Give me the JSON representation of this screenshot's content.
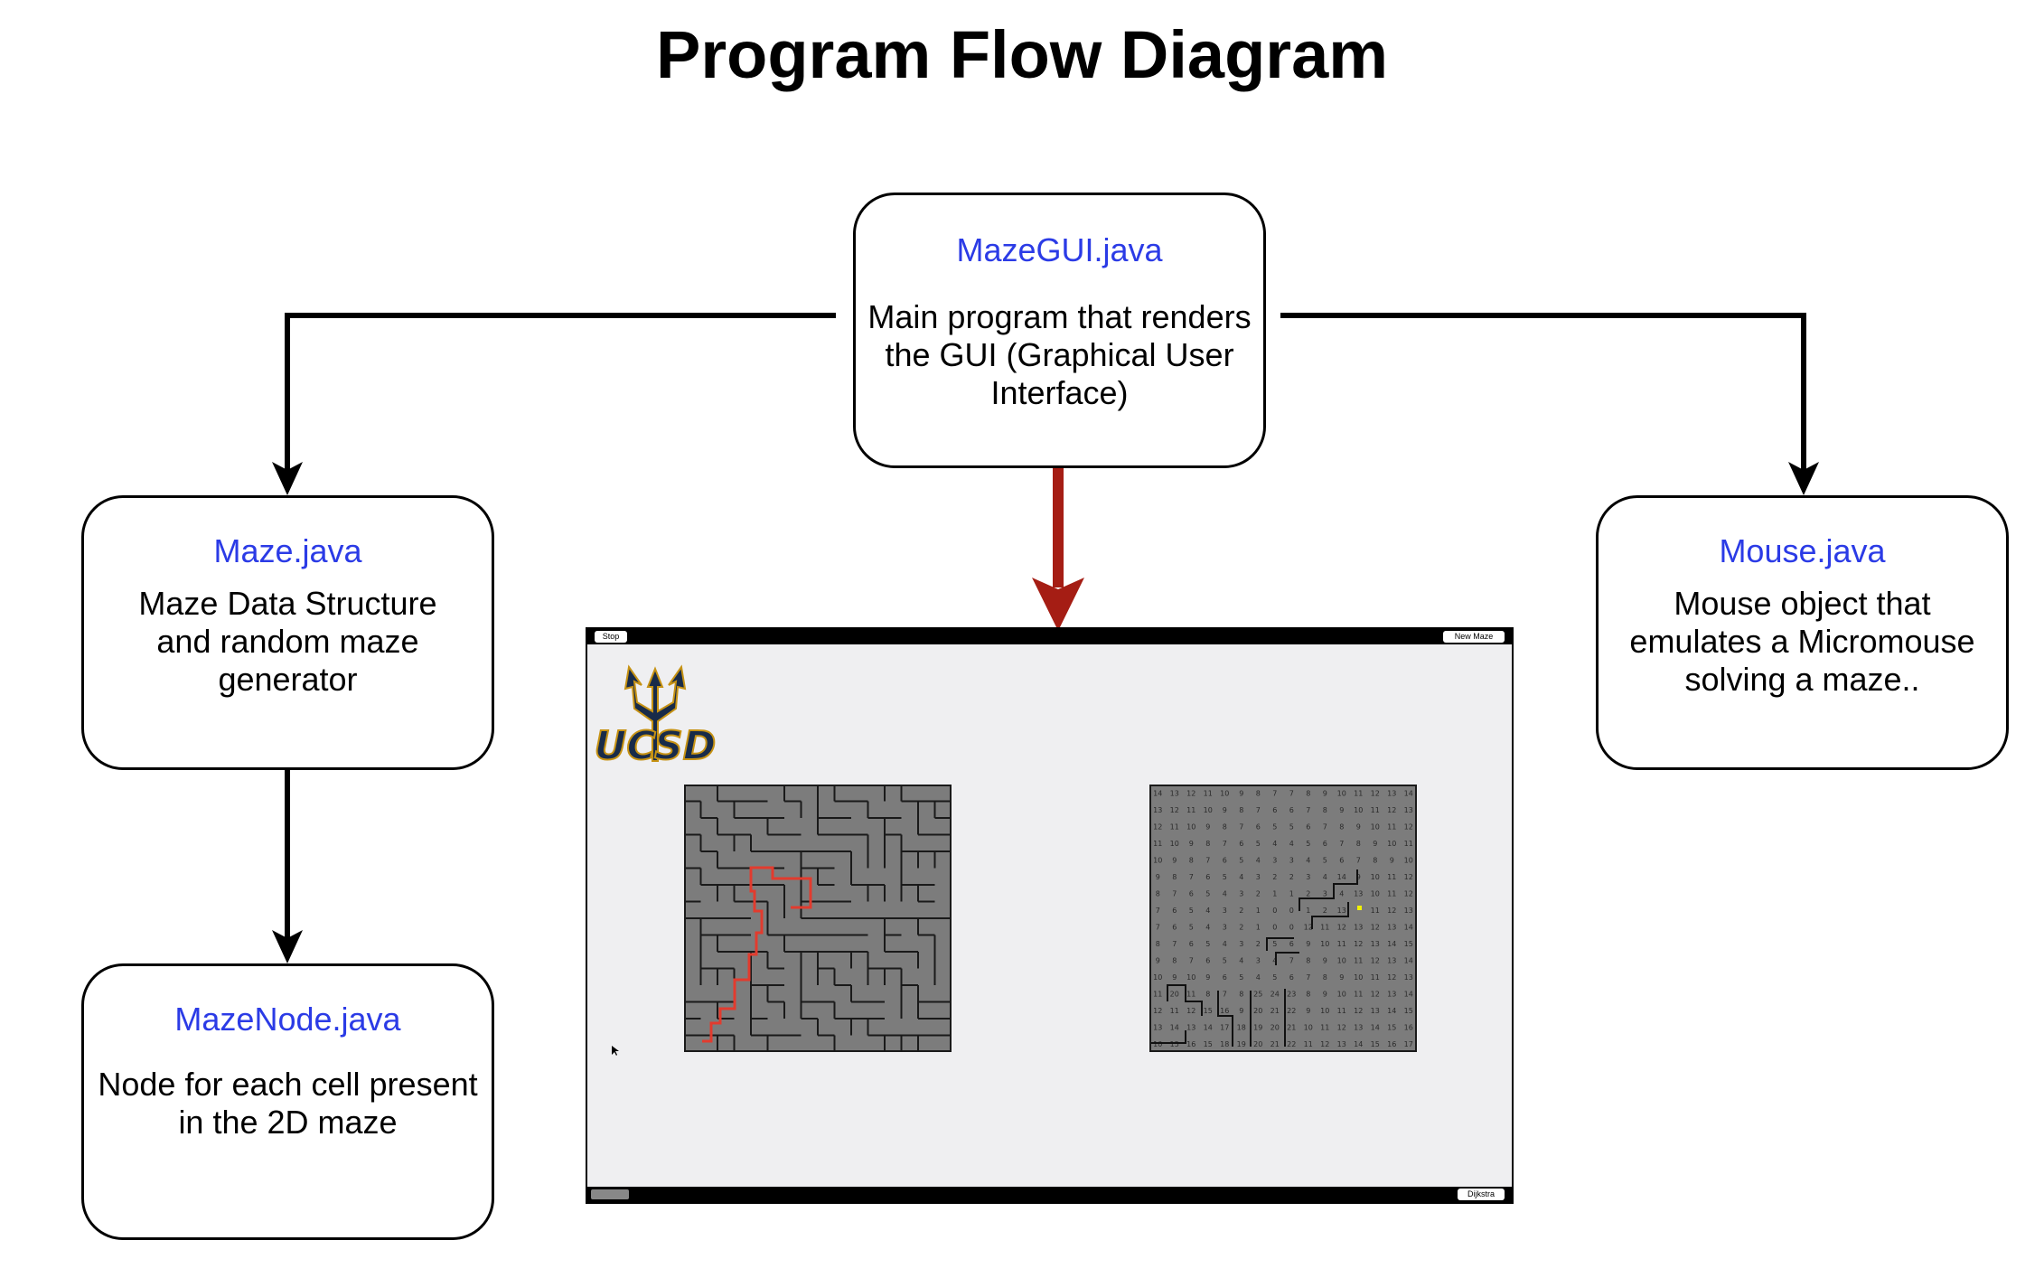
{
  "title": "Program Flow Diagram",
  "nodes": {
    "mazegui": {
      "name": "MazeGUI.java",
      "desc": [
        "Main program that renders",
        "the GUI (Graphical User",
        "Interface)"
      ]
    },
    "maze": {
      "name": "Maze.java",
      "desc": [
        "Maze Data Structure",
        "and random maze",
        "generator"
      ]
    },
    "mouse": {
      "name": "Mouse.java",
      "desc": [
        "Mouse object that",
        "emulates a Micromouse",
        "solving a maze.."
      ]
    },
    "mazenode": {
      "name": "MazeNode.java",
      "desc": [
        "Node for each cell present",
        "in the 2D maze"
      ]
    }
  },
  "gui": {
    "stop_label": "Stop",
    "new_maze_label": "New Maze",
    "dijkstra_label": "Dijkstra",
    "logo_text": "UCSD",
    "distance_grid": [
      [
        14,
        13,
        12,
        11,
        10,
        9,
        8,
        7,
        7,
        8,
        9,
        10,
        11,
        12,
        13,
        14
      ],
      [
        13,
        12,
        11,
        10,
        9,
        8,
        7,
        6,
        6,
        7,
        8,
        9,
        10,
        11,
        12,
        13
      ],
      [
        12,
        11,
        10,
        9,
        8,
        7,
        6,
        5,
        5,
        6,
        7,
        8,
        9,
        10,
        11,
        12
      ],
      [
        11,
        10,
        9,
        8,
        7,
        6,
        5,
        4,
        4,
        5,
        6,
        7,
        8,
        9,
        10,
        11
      ],
      [
        10,
        9,
        8,
        7,
        6,
        5,
        4,
        3,
        3,
        4,
        5,
        6,
        7,
        8,
        9,
        10
      ],
      [
        9,
        8,
        7,
        6,
        5,
        4,
        3,
        2,
        2,
        3,
        4,
        14,
        9,
        10,
        11,
        12
      ],
      [
        8,
        7,
        6,
        5,
        4,
        3,
        2,
        1,
        1,
        2,
        3,
        4,
        13,
        10,
        11,
        12
      ],
      [
        7,
        6,
        5,
        4,
        3,
        2,
        1,
        0,
        0,
        1,
        2,
        13,
        "",
        11,
        12,
        13
      ],
      [
        7,
        6,
        5,
        4,
        3,
        2,
        1,
        0,
        0,
        12,
        11,
        12,
        13,
        12,
        13,
        14
      ],
      [
        8,
        7,
        6,
        5,
        4,
        3,
        2,
        5,
        6,
        9,
        10,
        11,
        12,
        13,
        14,
        15
      ],
      [
        9,
        8,
        7,
        6,
        5,
        4,
        3,
        4,
        7,
        8,
        9,
        10,
        11,
        12,
        13,
        14
      ],
      [
        10,
        9,
        10,
        9,
        6,
        5,
        4,
        5,
        6,
        7,
        8,
        9,
        10,
        11,
        12,
        13
      ],
      [
        11,
        20,
        11,
        8,
        7,
        8,
        25,
        24,
        23,
        8,
        9,
        10,
        11,
        12,
        13,
        14
      ],
      [
        12,
        11,
        12,
        15,
        16,
        9,
        20,
        21,
        22,
        9,
        10,
        11,
        12,
        13,
        14,
        15
      ],
      [
        13,
        14,
        13,
        14,
        17,
        18,
        19,
        20,
        21,
        10,
        11,
        12,
        13,
        14,
        15,
        16
      ],
      [
        10,
        15,
        16,
        15,
        18,
        19,
        20,
        21,
        22,
        11,
        12,
        13,
        14,
        15,
        16,
        17
      ]
    ]
  },
  "colors": {
    "file_name": "#2b3be6",
    "gui_arrow": "#a51d14",
    "path": "#e23b2e",
    "ucsd_navy": "#182b49",
    "ucsd_gold": "#c69214"
  }
}
